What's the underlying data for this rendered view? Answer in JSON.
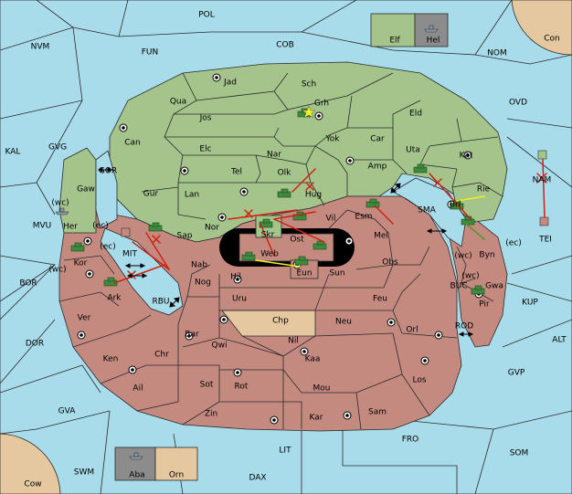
{
  "map": {
    "colors": {
      "sea": "#a8dceb",
      "green_power": "#a4c48c",
      "red_power": "#c48a80",
      "neutral": "#e6c8a0",
      "grey_power": "#8c8c8c",
      "order_red": "#d02010",
      "order_yellow": "#f0f020",
      "order_green": "#4a9a2a"
    },
    "sea_regions": [
      {
        "id": "POL",
        "label": "POL"
      },
      {
        "id": "NVM",
        "label": "NVM"
      },
      {
        "id": "FUN",
        "label": "FUN"
      },
      {
        "id": "COB",
        "label": "COB"
      },
      {
        "id": "NOM",
        "label": "NOM"
      },
      {
        "id": "OVD",
        "label": "OVD"
      },
      {
        "id": "KAL",
        "label": "KAL"
      },
      {
        "id": "GVG",
        "label": "GVG"
      },
      {
        "id": "GOR",
        "label": "GOR"
      },
      {
        "id": "MVU",
        "label": "MVU"
      },
      {
        "id": "BOR",
        "label": "BOR"
      },
      {
        "id": "DOR",
        "label": "DOR"
      },
      {
        "id": "GVA",
        "label": "GVA"
      },
      {
        "id": "SWM",
        "label": "SWM"
      },
      {
        "id": "LIT",
        "label": "LIT"
      },
      {
        "id": "DAX",
        "label": "DAX"
      },
      {
        "id": "FRO",
        "label": "FRO"
      },
      {
        "id": "SOM",
        "label": "SOM"
      },
      {
        "id": "GVP",
        "label": "GVP"
      },
      {
        "id": "ALT",
        "label": "ALT"
      },
      {
        "id": "KUP",
        "label": "KUP"
      },
      {
        "id": "BUC",
        "label": "BUC"
      },
      {
        "id": "ROD",
        "label": "ROD"
      },
      {
        "id": "SMA",
        "label": "SMA"
      },
      {
        "id": "MIT",
        "label": "MIT"
      },
      {
        "id": "RBU",
        "label": "RBU"
      },
      {
        "id": "NAM",
        "label": "NAM"
      }
    ],
    "corner_lands": [
      {
        "id": "Con",
        "label": "Con"
      },
      {
        "id": "Cow",
        "label": "Cow"
      }
    ],
    "green_lands": [
      {
        "id": "Jad",
        "label": "Jad"
      },
      {
        "id": "Sch",
        "label": "Sch"
      },
      {
        "id": "Qua",
        "label": "Qua"
      },
      {
        "id": "Grh",
        "label": "Grh"
      },
      {
        "id": "Jos",
        "label": "Jos"
      },
      {
        "id": "Eld",
        "label": "Eld"
      },
      {
        "id": "Can",
        "label": "Can"
      },
      {
        "id": "Yok",
        "label": "Yok"
      },
      {
        "id": "Car",
        "label": "Car"
      },
      {
        "id": "Elc",
        "label": "Elc"
      },
      {
        "id": "Nar",
        "label": "Nar"
      },
      {
        "id": "Uta",
        "label": "Uta"
      },
      {
        "id": "Kat",
        "label": "Kat"
      },
      {
        "id": "Tel",
        "label": "Tel"
      },
      {
        "id": "Olk",
        "label": "Olk"
      },
      {
        "id": "Amp",
        "label": "Amp"
      },
      {
        "id": "Gur",
        "label": "Gur"
      },
      {
        "id": "Lan",
        "label": "Lan"
      },
      {
        "id": "Hug",
        "label": "Hug"
      },
      {
        "id": "Rie",
        "label": "Rie"
      },
      {
        "id": "Gaw",
        "label": "Gaw"
      },
      {
        "id": "Her",
        "label": "Her"
      },
      {
        "id": "Nor",
        "label": "Nor"
      },
      {
        "id": "Sap",
        "label": "Sap"
      }
    ],
    "red_lands": [
      {
        "id": "Skr",
        "label": "Skr"
      },
      {
        "id": "Vil",
        "label": "Vil"
      },
      {
        "id": "Esm",
        "label": "Esm"
      },
      {
        "id": "Bri",
        "label": "Bri"
      },
      {
        "id": "Ost",
        "label": "Ost"
      },
      {
        "id": "Mel",
        "label": "Mel"
      },
      {
        "id": "Web",
        "label": "Web"
      },
      {
        "id": "Eun",
        "label": "Eun"
      },
      {
        "id": "Sun",
        "label": "Sun"
      },
      {
        "id": "Obs",
        "label": "Obs"
      },
      {
        "id": "Byn",
        "label": "Byn"
      },
      {
        "id": "Kor",
        "label": "Kor"
      },
      {
        "id": "Nab",
        "label": "Nab"
      },
      {
        "id": "Hil",
        "label": "Hil"
      },
      {
        "id": "Nog",
        "label": "Nog"
      },
      {
        "id": "Gwa",
        "label": "Gwa"
      },
      {
        "id": "Ark",
        "label": "Ark"
      },
      {
        "id": "Uru",
        "label": "Uru"
      },
      {
        "id": "Feu",
        "label": "Feu"
      },
      {
        "id": "Pir",
        "label": "Pir"
      },
      {
        "id": "Ver",
        "label": "Ver"
      },
      {
        "id": "Neu",
        "label": "Neu"
      },
      {
        "id": "Orl",
        "label": "Orl"
      },
      {
        "id": "Bar",
        "label": "Bar"
      },
      {
        "id": "Qwi",
        "label": "Qwi"
      },
      {
        "id": "Nil",
        "label": "Nil"
      },
      {
        "id": "Ken",
        "label": "Ken"
      },
      {
        "id": "Chr",
        "label": "Chr"
      },
      {
        "id": "Kaa",
        "label": "Kaa"
      },
      {
        "id": "Ail",
        "label": "Ail"
      },
      {
        "id": "Sot",
        "label": "Sot"
      },
      {
        "id": "Rot",
        "label": "Rot"
      },
      {
        "id": "Mou",
        "label": "Mou"
      },
      {
        "id": "Los",
        "label": "Los"
      },
      {
        "id": "Zin",
        "label": "Zin"
      },
      {
        "id": "Kar",
        "label": "Kar"
      },
      {
        "id": "Sam",
        "label": "Sam"
      }
    ],
    "neutral_lands": [
      {
        "id": "Chp",
        "label": "Chp"
      },
      {
        "id": "Orn",
        "label": "Orn"
      }
    ],
    "island_boxes": [
      {
        "id": "Elf",
        "label": "Elf"
      },
      {
        "id": "Hel",
        "label": "Hel"
      },
      {
        "id": "Aba",
        "label": "Aba"
      },
      {
        "id": "Orn",
        "label": "Orn"
      },
      {
        "id": "TEI",
        "label": "TEI"
      }
    ],
    "coast_markers": [
      "(wc)",
      "(ec)",
      "(ec)",
      "(wc)",
      "(wc)",
      "(ec)",
      "(wc)"
    ]
  }
}
